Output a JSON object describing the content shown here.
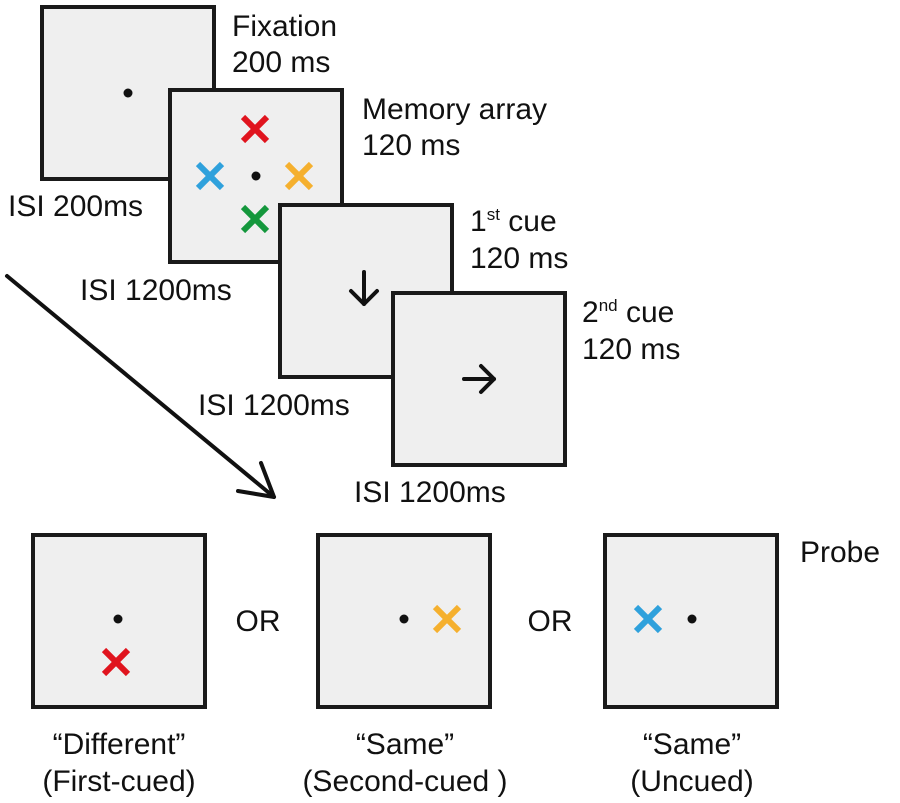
{
  "colors": {
    "screen_fill": "#efefef",
    "screen_border": "#1a1a1a",
    "red": "#e0141e",
    "blue": "#2fa1dc",
    "orange": "#f5b02e",
    "green": "#14973c"
  },
  "icons": {
    "down_arrow": "arrow-down-icon",
    "right_arrow": "arrow-right-icon",
    "cross": "x-cross-icon",
    "dot": "fixation-dot-icon"
  },
  "sequence": {
    "fixation": {
      "name": "Fixation",
      "duration": "200 ms",
      "isi": "ISI 200ms"
    },
    "memory": {
      "name": "Memory array",
      "duration": "120 ms",
      "isi": "ISI 1200ms"
    },
    "cue1": {
      "name_prefix": "1",
      "sup": "st",
      "name_suffix": " cue",
      "duration": "120 ms",
      "isi": "ISI 1200ms"
    },
    "cue2": {
      "name_prefix": "2",
      "sup": "nd",
      "name_suffix": " cue",
      "duration": "120 ms",
      "isi": "ISI 1200ms"
    }
  },
  "probe": {
    "title": "Probe",
    "separator": "OR",
    "options": [
      {
        "answer": "“Different”",
        "condition": "(First-cued)"
      },
      {
        "answer": "“Same”",
        "condition": "(Second-cued )"
      },
      {
        "answer": "“Same”",
        "condition": "(Uncued)"
      }
    ]
  }
}
